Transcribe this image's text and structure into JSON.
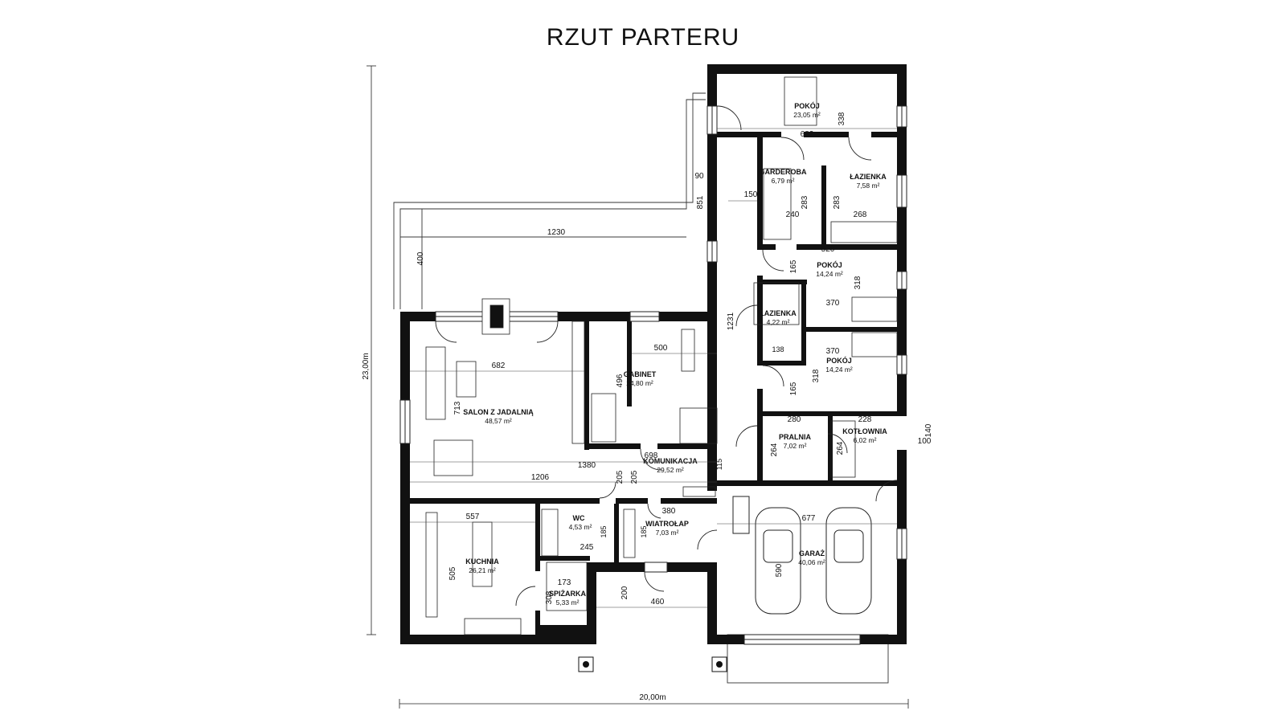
{
  "title": "RZUT PARTERU",
  "overall": {
    "height": "23,00m",
    "width": "20,00m"
  },
  "rooms": [
    {
      "id": "pokoj1",
      "name": "POKÓJ",
      "area": "23,05 m²"
    },
    {
      "id": "garderoba",
      "name": "GARDEROBA",
      "area": "6,79 m²"
    },
    {
      "id": "lazienka1",
      "name": "ŁAZIENKA",
      "area": "7,58 m²"
    },
    {
      "id": "pokoj2",
      "name": "POKÓJ",
      "area": "14,24 m²"
    },
    {
      "id": "lazienka2",
      "name": "ŁAZIENKA",
      "area": "4,22 m²"
    },
    {
      "id": "pokoj3",
      "name": "POKÓJ",
      "area": "14,24 m²"
    },
    {
      "id": "gabinet",
      "name": "GABINET",
      "area": "24,80 m²"
    },
    {
      "id": "salon",
      "name": "SALON Z JADALNIĄ",
      "area": "48,57 m²"
    },
    {
      "id": "pralnia",
      "name": "PRALNIA",
      "area": "7,02 m²"
    },
    {
      "id": "kotlownia",
      "name": "KOTŁOWNIA",
      "area": "6,02 m²"
    },
    {
      "id": "komunikacja",
      "name": "KOMUNIKACJA",
      "area": "29,52 m²"
    },
    {
      "id": "wc",
      "name": "WC",
      "area": "4,53 m²"
    },
    {
      "id": "wiatrolap",
      "name": "WIATROŁAP",
      "area": "7,03 m²"
    },
    {
      "id": "garaz",
      "name": "GARAŻ",
      "area": "40,06 m²"
    },
    {
      "id": "kuchnia",
      "name": "KUCHNIA",
      "area": "26,21 m²"
    },
    {
      "id": "spizarka",
      "name": "SPIŻARKA",
      "area": "5,33 m²"
    }
  ],
  "dimensions": {
    "d682a": "682",
    "d338": "338",
    "d90": "90",
    "d851": "851",
    "d150": "150",
    "d240": "240",
    "d283a": "283",
    "d283b": "283",
    "d268": "268",
    "d520": "520",
    "d165a": "165",
    "d318a": "318",
    "d370a": "370",
    "d1230": "1230",
    "d400": "400",
    "d1231": "1231",
    "d500": "500",
    "d682b": "682",
    "d496": "496",
    "d713": "713",
    "d370b": "370",
    "d138": "138",
    "d318b": "318",
    "d165b": "165",
    "d280": "280",
    "d228": "228",
    "d264a": "264",
    "d264b": "264",
    "d140": "140",
    "d100": "100",
    "d698": "698",
    "d1380": "1380",
    "d115": "115",
    "d1206": "1206",
    "d205a": "205",
    "d205b": "205",
    "d557": "557",
    "d380": "380",
    "d677": "677",
    "d185a": "185",
    "d185b": "185",
    "d245": "245",
    "d505": "505",
    "d590": "590",
    "d173": "173",
    "d308": "308",
    "d200": "200",
    "d460": "460"
  }
}
